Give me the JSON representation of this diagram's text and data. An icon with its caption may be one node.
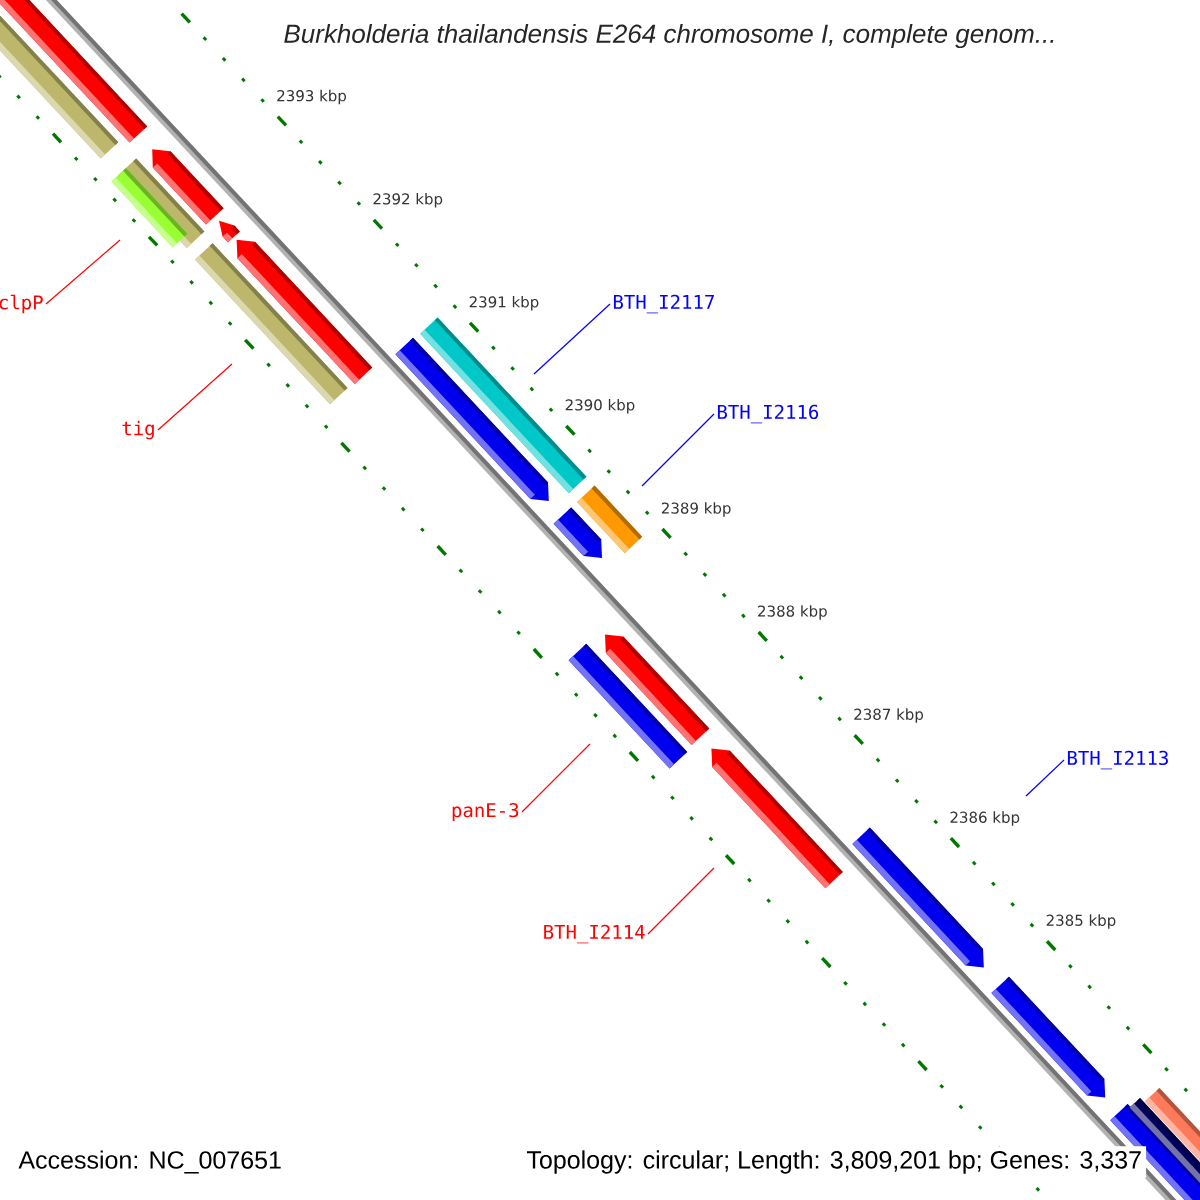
{
  "diagram": {
    "title": "Burkholderia thailandensis E264 chromosome I, complete genom...",
    "nodes": [
      {
        "text": [
          "clpP"
        ]
      },
      {
        "text": [
          "tig"
        ]
      },
      {
        "text": [
          "BTH_I2117"
        ]
      },
      {
        "text": [
          "BTH_I2116"
        ]
      },
      {
        "text": [
          "panE-3"
        ]
      },
      {
        "text": [
          "BTH_I2114"
        ]
      },
      {
        "text": [
          "BTH_I2113"
        ]
      }
    ],
    "edges": [
      {
        "from": 0,
        "to": null,
        "arrow": "none"
      },
      {
        "from": 1,
        "to": null,
        "arrow": "none"
      },
      {
        "from": 2,
        "to": null,
        "arrow": "none",
        "color": "#0000ff"
      },
      {
        "from": 3,
        "to": null,
        "arrow": "none",
        "color": "#0000ff"
      },
      {
        "from": 4,
        "to": null,
        "arrow": "none"
      },
      {
        "from": 5,
        "to": null,
        "arrow": "none"
      },
      {
        "from": 6,
        "to": null,
        "arrow": "none",
        "color": "#0000ff"
      }
    ],
    "labels": [
      "2393 kbp",
      "2392 kbp",
      "2391 kbp",
      "2390 kbp",
      "2389 kbp",
      "2388 kbp",
      "2387 kbp",
      "2386 kbp",
      "2385 kbp",
      "Accession: NC_007651",
      "Topology: circular; Length: 3,809,201 bp; Genes: 3,337"
    ]
  }
}
